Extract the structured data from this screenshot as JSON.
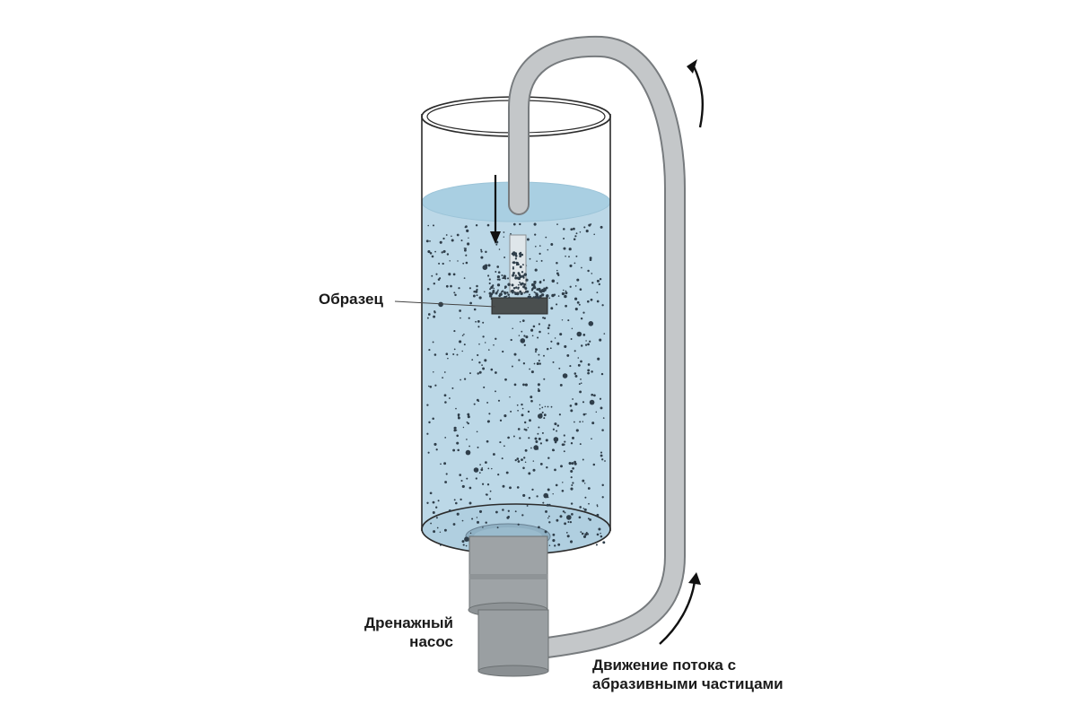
{
  "labels": {
    "sample": "Образец",
    "pump_line1": "Дренажный",
    "pump_line2": "насос",
    "flow_line1": "Движение потока с",
    "flow_line2": "абразивными частицами"
  },
  "colors": {
    "water": "#bcd8e7",
    "water_surface": "#a9cfe2",
    "tube": "#c4c7c9",
    "tube_outline": "#777b7e",
    "cylinder_outline": "#2b2b2b",
    "pump_body": "#9ea3a6",
    "particles": "#2f3e4a",
    "sample": "#4a4f4f",
    "arrow": "#111111"
  },
  "icons": {
    "flow_arrows": "curved-arrow-icon",
    "down_arrow": "down-arrow-icon"
  }
}
